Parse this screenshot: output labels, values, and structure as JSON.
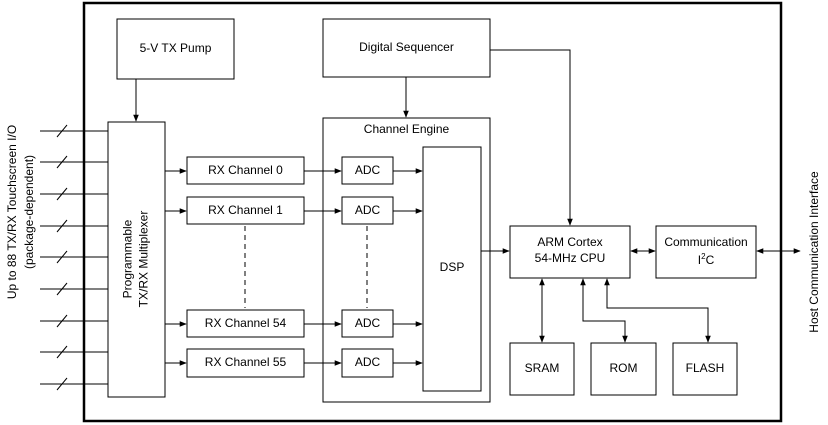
{
  "blocks": {
    "tx_pump": "5-V TX Pump",
    "digital_sequencer": "Digital Sequencer",
    "channel_engine": "Channel Engine",
    "mux_line1": "Programmable",
    "mux_line2": "TX/RX Multiplexer",
    "rx0": "RX Channel 0",
    "rx1": "RX Channel 1",
    "rx54": "RX Channel 54",
    "rx55": "RX Channel 55",
    "adc": "ADC",
    "dsp": "DSP",
    "cpu_line1": "ARM Cortex",
    "cpu_line2": "54-MHz CPU",
    "comm_line1": "Communication",
    "comm_line2_main": "I",
    "comm_line2_sup": "2",
    "comm_line2_end": "C",
    "sram": "SRAM",
    "rom": "ROM",
    "flash": "FLASH"
  },
  "side_labels": {
    "left_line1": "Up to 88 TX/RX Touchscreen I/O",
    "left_line2": "(package-dependent)",
    "right": "Host Communication Interface"
  }
}
